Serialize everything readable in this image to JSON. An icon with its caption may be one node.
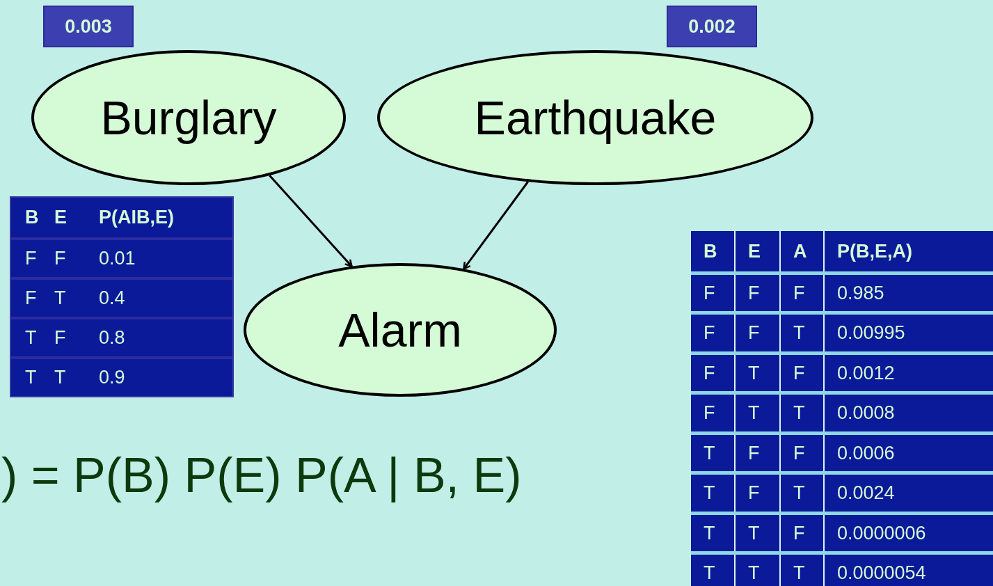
{
  "diagram": {
    "nodes": [
      {
        "text": [
          "Burglary"
        ],
        "beside": [
          "0.003"
        ]
      },
      {
        "text": [
          "Earthquake"
        ],
        "beside": [
          "0.002"
        ]
      },
      {
        "text": [
          "Alarm"
        ]
      }
    ],
    "edges": [
      {
        "from": 0,
        "to": 2,
        "arrow": "to"
      },
      {
        "from": 1,
        "to": 2,
        "arrow": "to"
      }
    ],
    "labels": [
      "B",
      "E",
      "P(AIB,E)",
      "F",
      "F",
      "0.01",
      "F",
      "T",
      "0.4",
      "T",
      "F",
      "0.8",
      "T",
      "T",
      "0.9",
      "B",
      "E",
      "A",
      "P(B,E,A)",
      "F",
      "F",
      "F",
      "0.985",
      "F",
      "F",
      "T",
      "0.00995",
      "F",
      "T",
      "F",
      "0.0012",
      "F",
      "T",
      "T",
      "0.0008",
      "T",
      "F",
      "F",
      "0.0006",
      "T",
      "F",
      "T",
      "0.0024",
      "T",
      "T",
      "F",
      "0.0000006",
      "T",
      "T",
      "T",
      "0.0000054",
      ") = P(B) P(E) P(A | B, E)"
    ]
  }
}
